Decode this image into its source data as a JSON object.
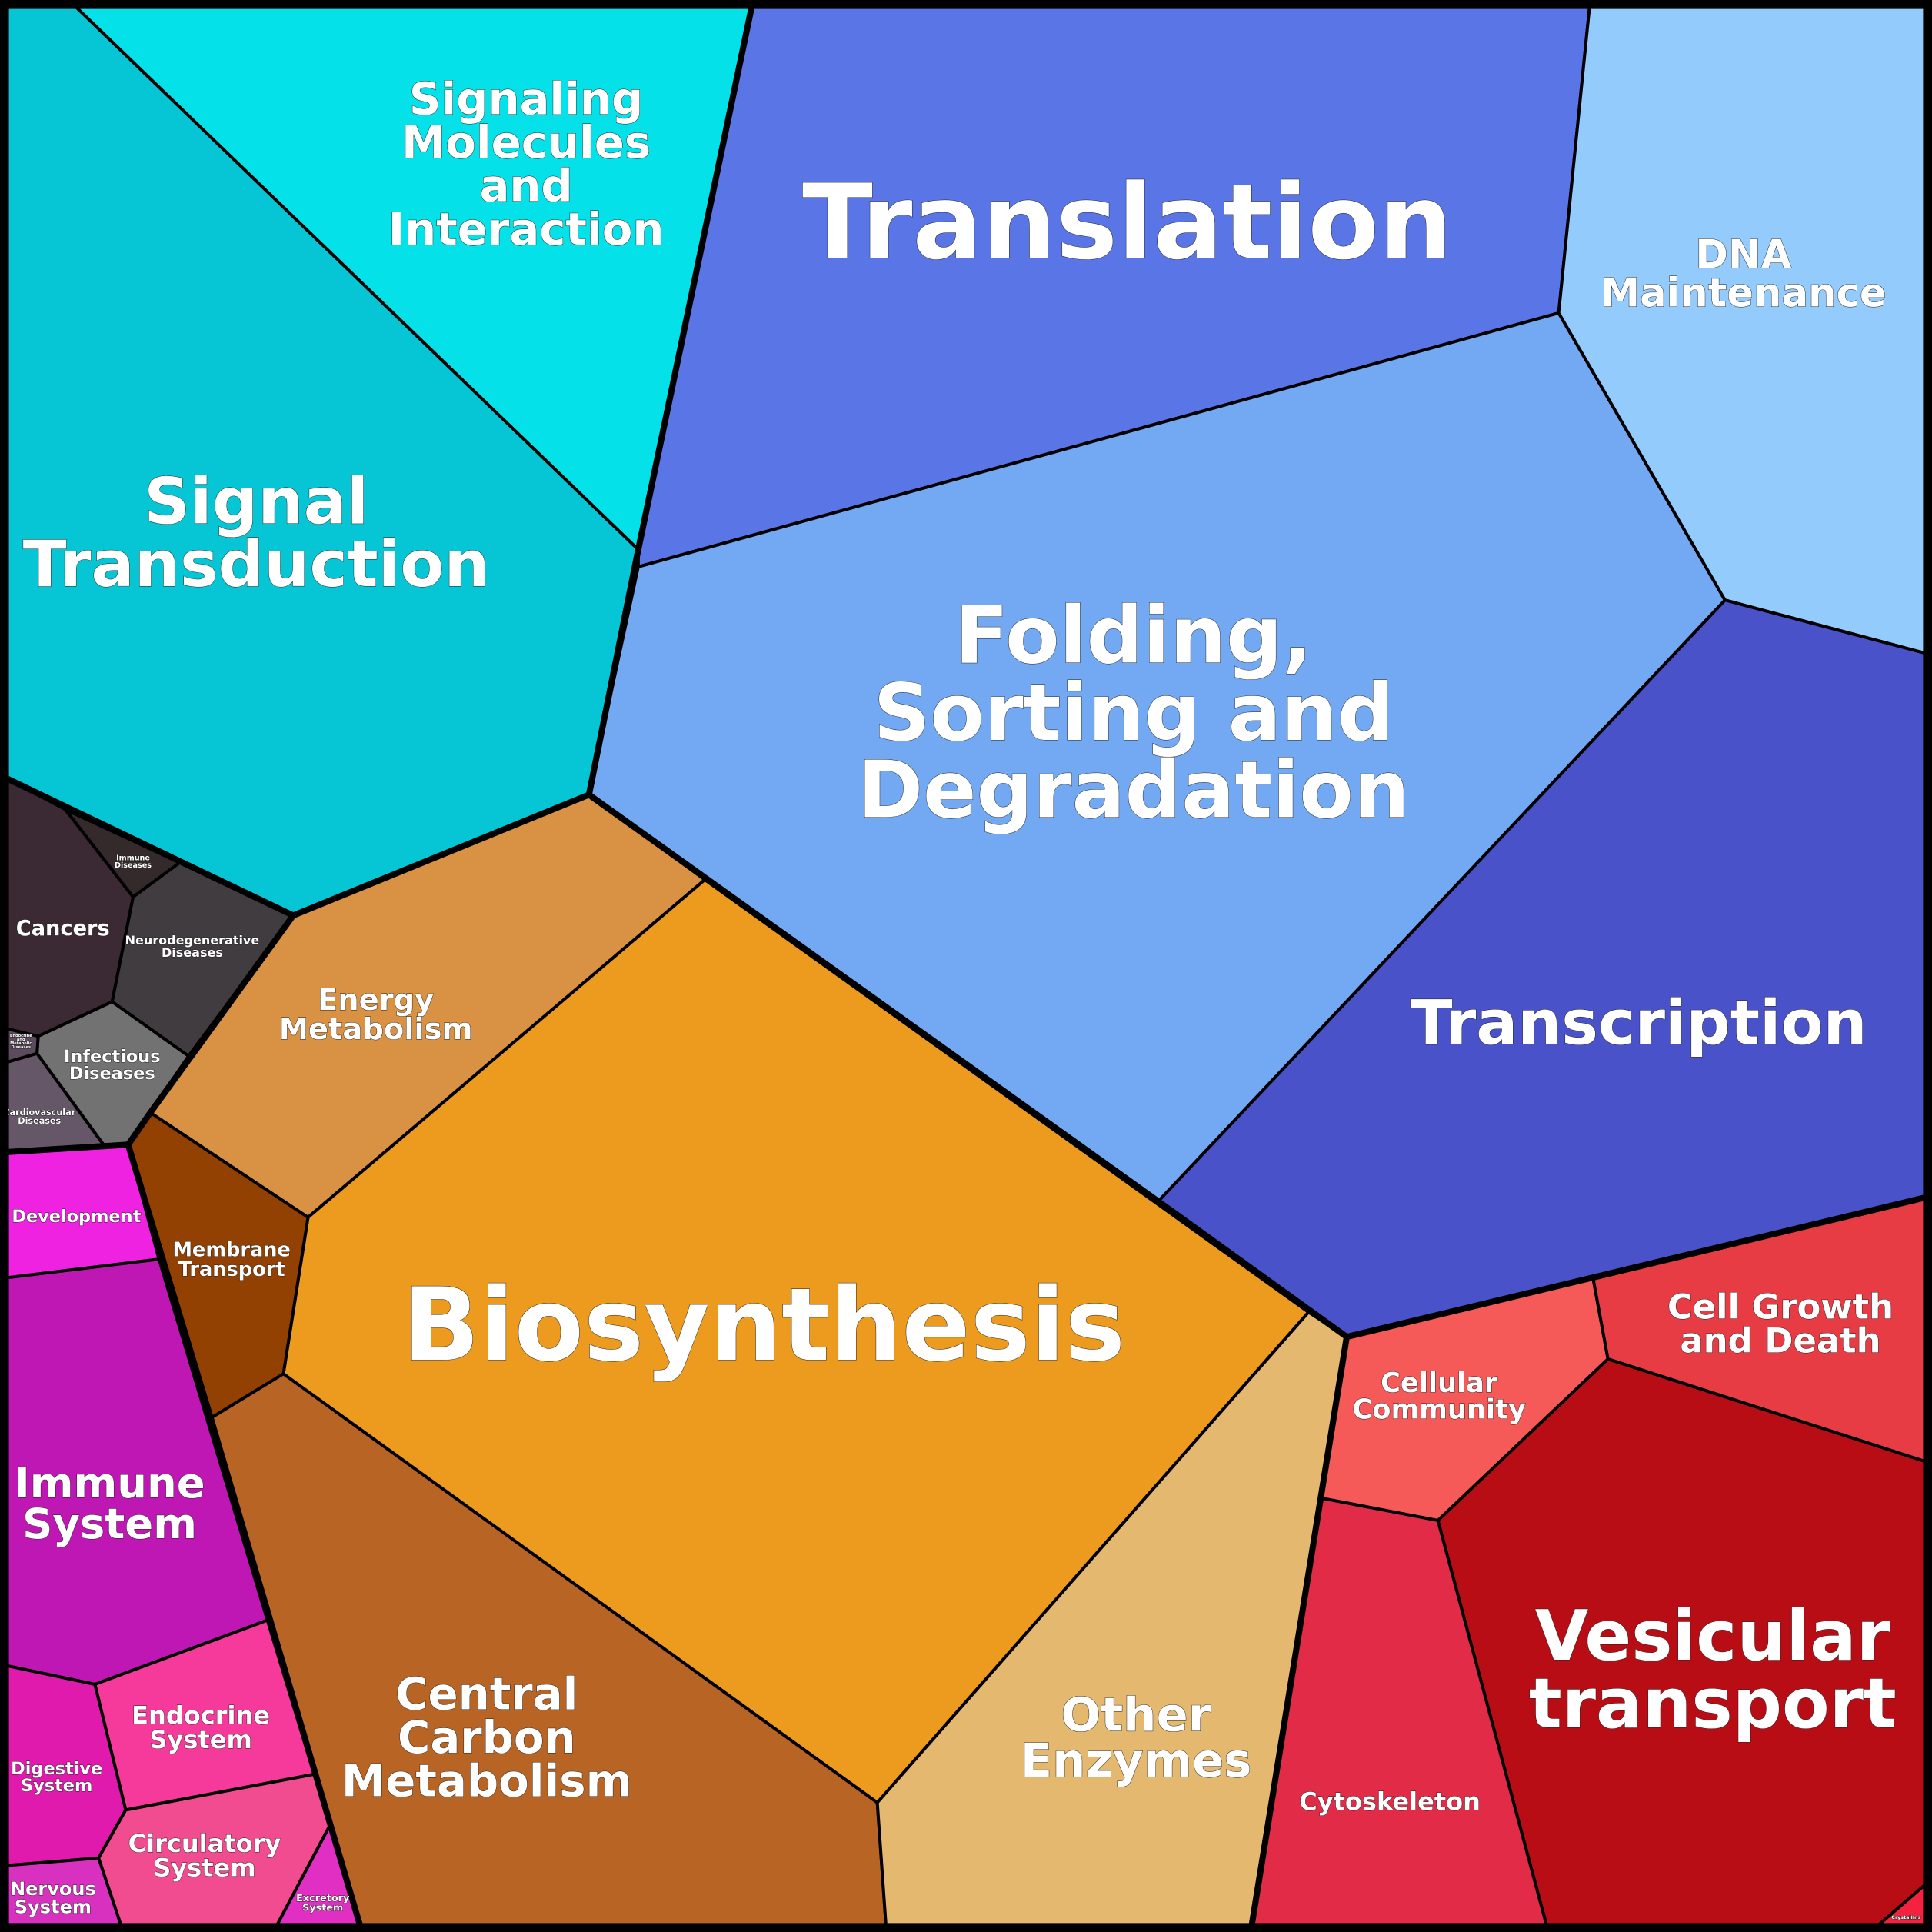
{
  "regions": [
    {
      "name": "signal-transduction",
      "lines": [
        "Signal",
        "Transduction"
      ],
      "color": "#06c5d4"
    },
    {
      "name": "signaling-molecules",
      "lines": [
        "Signaling",
        "Molecules",
        "and",
        "Interaction"
      ],
      "color": "#04e1e8"
    },
    {
      "name": "translation",
      "lines": [
        "Translation"
      ],
      "color": "#5a75e6"
    },
    {
      "name": "folding-sorting-degradation",
      "lines": [
        "Folding,",
        "Sorting and",
        "Degradation"
      ],
      "color": "#72a9f2"
    },
    {
      "name": "dna-maintenance",
      "lines": [
        "DNA",
        "Maintenance"
      ],
      "color": "#92cbfc"
    },
    {
      "name": "transcription",
      "lines": [
        "Transcription"
      ],
      "color": "#4a52c9"
    },
    {
      "name": "energy-metabolism",
      "lines": [
        "Energy",
        "Metabolism"
      ],
      "color": "#d99244"
    },
    {
      "name": "biosynthesis",
      "lines": [
        "Biosynthesis"
      ],
      "color": "#ed9b1e"
    },
    {
      "name": "membrane-transport",
      "lines": [
        "Membrane",
        "Transport"
      ],
      "color": "#924102"
    },
    {
      "name": "central-carbon-metabolism",
      "lines": [
        "Central",
        "Carbon",
        "Metabolism"
      ],
      "color": "#b86425"
    },
    {
      "name": "other-enzymes",
      "lines": [
        "Other",
        "Enzymes"
      ],
      "color": "#e5b870"
    },
    {
      "name": "cellular-community",
      "lines": [
        "Cellular",
        "Community"
      ],
      "color": "#f55a59"
    },
    {
      "name": "cell-growth-and-death",
      "lines": [
        "Cell Growth",
        "and Death"
      ],
      "color": "#e83c45"
    },
    {
      "name": "vesicular-transport",
      "lines": [
        "Vesicular",
        "transport"
      ],
      "color": "#b90d16"
    },
    {
      "name": "crystallins",
      "lines": [
        "Crystallins"
      ],
      "color": "#f5223f"
    },
    {
      "name": "cytoskeleton",
      "lines": [
        "Cytoskeleton"
      ],
      "color": "#e12b47"
    },
    {
      "name": "cancers",
      "lines": [
        "Cancers"
      ],
      "color": "#3b2933"
    },
    {
      "name": "immune-diseases",
      "lines": [
        "Immune",
        "Diseases"
      ],
      "color": "#342a2c"
    },
    {
      "name": "neurodegenerative-diseases",
      "lines": [
        "Neurodegenerative",
        "Diseases"
      ],
      "color": "#403c3f"
    },
    {
      "name": "infectious-diseases",
      "lines": [
        "Infectious",
        "Diseases"
      ],
      "color": "#727272"
    },
    {
      "name": "endocrine-metabolic-diseases",
      "lines": [
        "Endocrine",
        "and",
        "Metabolic",
        "Diseases"
      ],
      "color": "#5c4a5e"
    },
    {
      "name": "cardiovascular-diseases",
      "lines": [
        "Cardiovascular",
        "Diseases"
      ],
      "color": "#655668"
    },
    {
      "name": "development",
      "lines": [
        "Development"
      ],
      "color": "#ee22e0"
    },
    {
      "name": "immune-system",
      "lines": [
        "Immune",
        "System"
      ],
      "color": "#bf17b4"
    },
    {
      "name": "endocrine-system",
      "lines": [
        "Endocrine",
        "System"
      ],
      "color": "#f53a9b"
    },
    {
      "name": "digestive-system",
      "lines": [
        "Digestive",
        "System"
      ],
      "color": "#df1aac"
    },
    {
      "name": "circulatory-system",
      "lines": [
        "Circulatory",
        "System"
      ],
      "color": "#f24c90"
    },
    {
      "name": "nervous-system",
      "lines": [
        "Nervous",
        "System"
      ],
      "color": "#d831c0"
    },
    {
      "name": "excretory-system",
      "lines": [
        "Excretory",
        "System"
      ],
      "color": "#e12ec3"
    }
  ]
}
